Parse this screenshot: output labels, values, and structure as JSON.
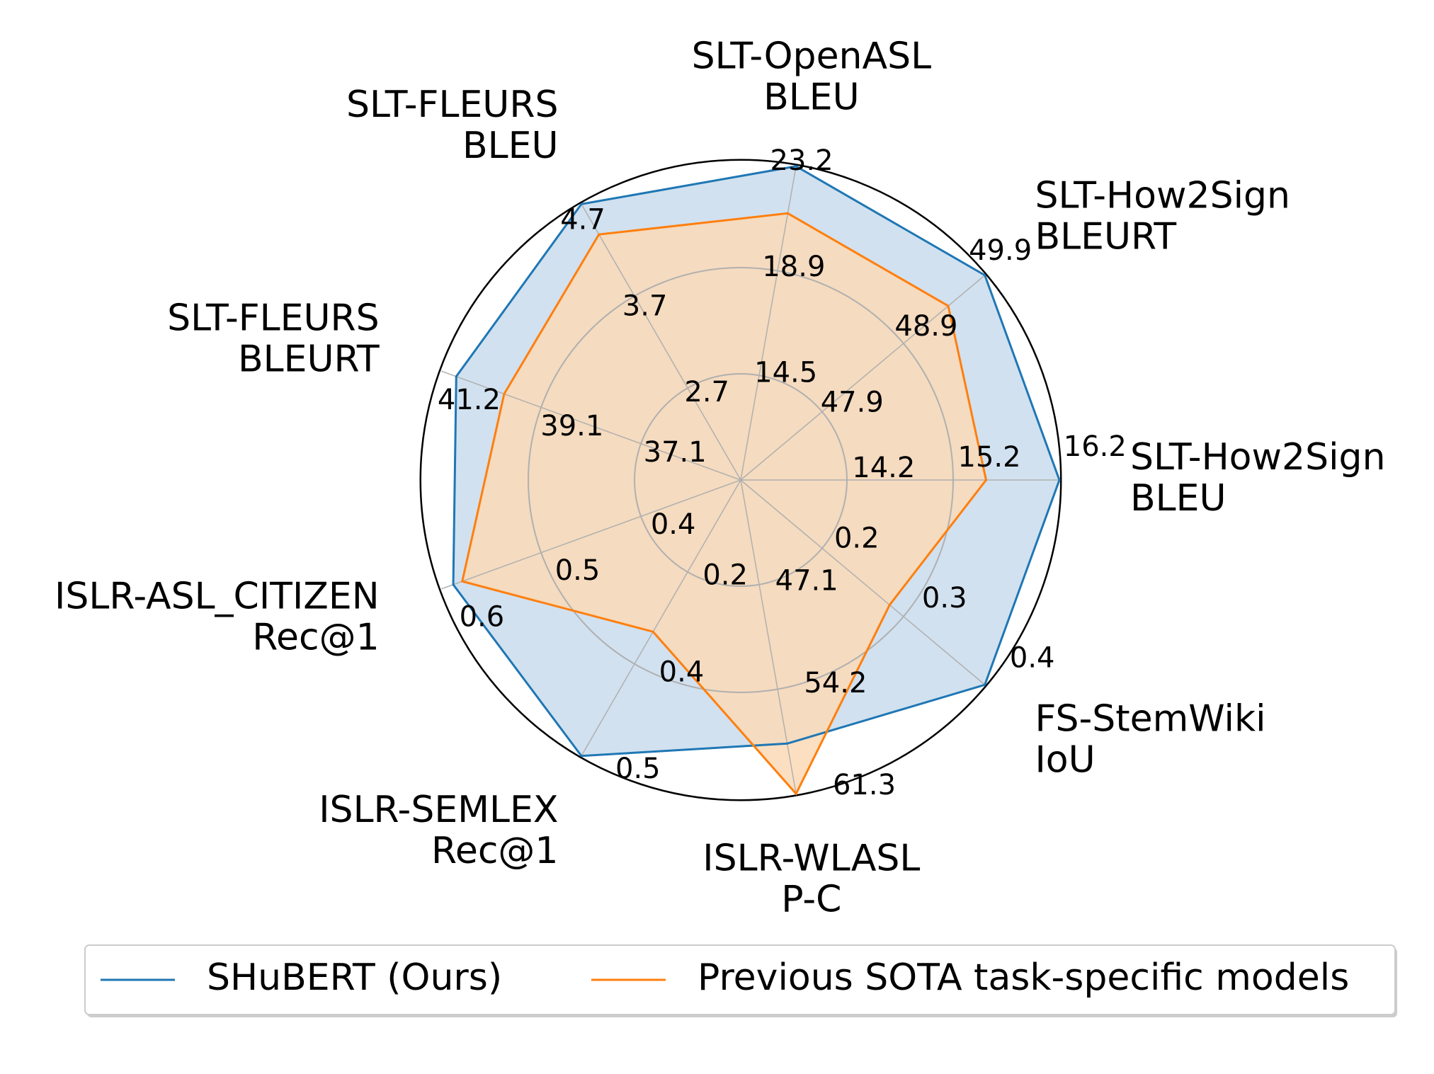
{
  "chart_data": {
    "type": "radar",
    "axes": [
      {
        "lines": [
          "SLT-How2Sign",
          "BLEU"
        ],
        "ticks": [
          "14.2",
          "15.2",
          "16.2"
        ]
      },
      {
        "lines": [
          "SLT-How2Sign",
          "BLEURT"
        ],
        "ticks": [
          "47.9",
          "48.9",
          "49.9"
        ]
      },
      {
        "lines": [
          "SLT-OpenASL",
          "BLEU"
        ],
        "ticks": [
          "14.5",
          "18.9",
          "23.2"
        ]
      },
      {
        "lines": [
          "SLT-FLEURS",
          "BLEU"
        ],
        "ticks": [
          "2.7",
          "3.7",
          "4.7"
        ]
      },
      {
        "lines": [
          "SLT-FLEURS",
          "BLEURT"
        ],
        "ticks": [
          "37.1",
          "39.1",
          "41.2"
        ]
      },
      {
        "lines": [
          "ISLR-ASL_CITIZEN",
          "Rec@1"
        ],
        "ticks": [
          "0.4",
          "0.5",
          "0.6"
        ]
      },
      {
        "lines": [
          "ISLR-SEMLEX",
          "Rec@1"
        ],
        "ticks": [
          "0.2",
          "0.4",
          "0.5"
        ]
      },
      {
        "lines": [
          "ISLR-WLASL",
          "P-C"
        ],
        "ticks": [
          "47.1",
          "54.2",
          "61.3"
        ]
      },
      {
        "lines": [
          "FS-StemWiki",
          "IoU"
        ],
        "ticks": [
          "0.2",
          "0.3",
          "0.4"
        ]
      }
    ],
    "series": [
      {
        "name": "SHuBERT (Ours)",
        "color": "#1f77b4",
        "fill": "#c9dced",
        "values": [
          1.0,
          1.0,
          1.0,
          1.0,
          0.95,
          0.96,
          1.0,
          0.84,
          1.0
        ]
      },
      {
        "name": "Previous SOTA task-specific models",
        "color": "#ff7f0e",
        "fill": "#fbd9b6",
        "values": [
          0.77,
          0.85,
          0.85,
          0.89,
          0.79,
          0.93,
          0.55,
          1.0,
          0.61
        ]
      }
    ],
    "value_scale": "normalized per axis, 0 at center, ticks at 1/3, 2/3 and 1",
    "grid": true,
    "legend": "bottom"
  }
}
